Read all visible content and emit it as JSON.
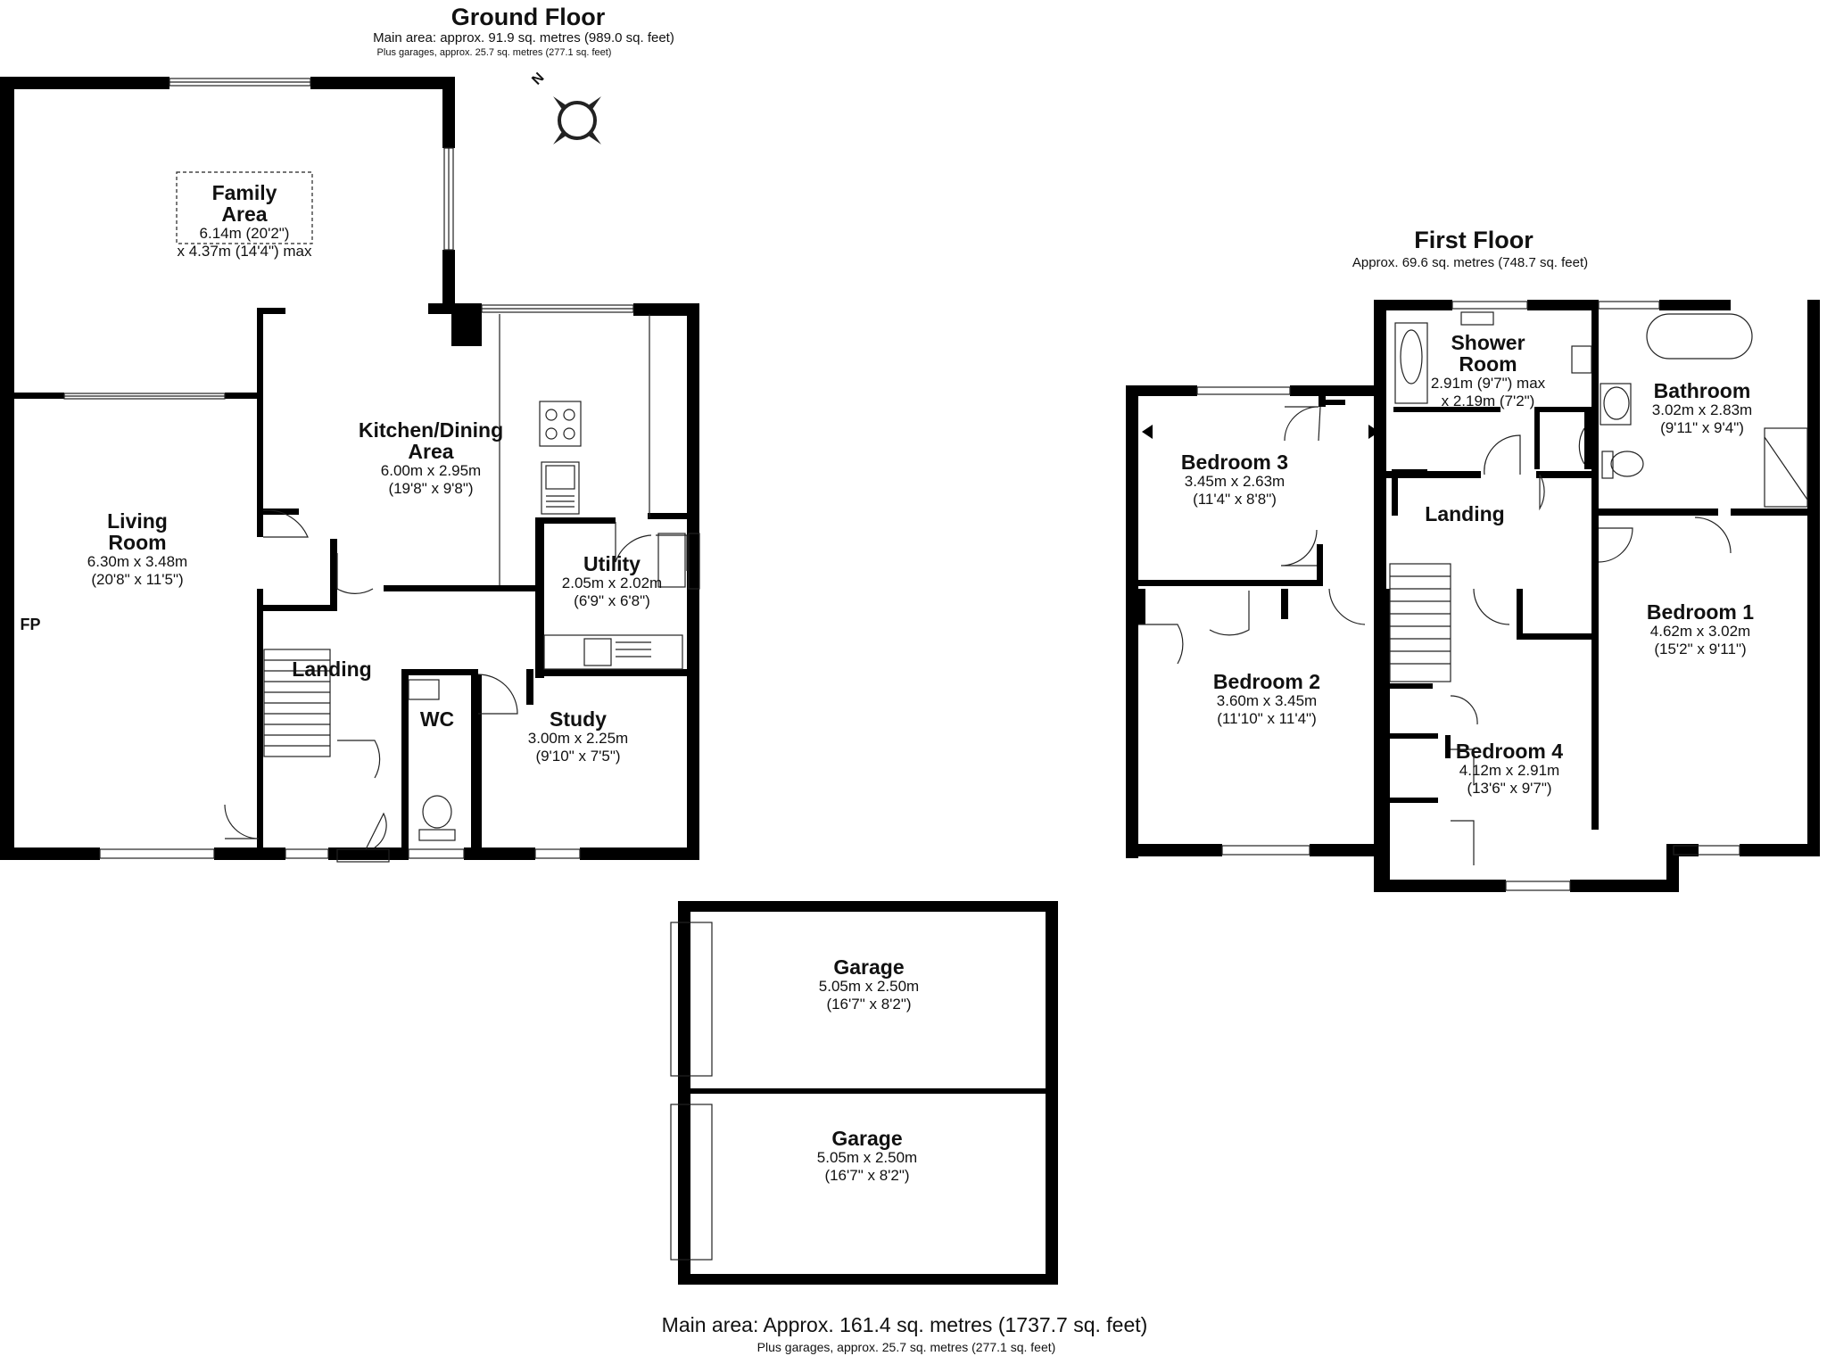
{
  "ground_floor": {
    "title": "Ground Floor",
    "subtitle": "Main area: approx. 91.9 sq. metres (989.0 sq. feet)",
    "note": "Plus garages, approx. 25.7 sq. metres (277.1 sq. feet)",
    "compass_label": "N",
    "fireplace_label": "FP",
    "rooms": {
      "family_area": {
        "name_line1": "Family",
        "name_line2": "Area",
        "dim1": "6.14m (20'2\")",
        "dim2": "x 4.37m (14'4\") max"
      },
      "kitchen_dining": {
        "name_line1": "Kitchen/Dining",
        "name_line2": "Area",
        "dim1": "6.00m x 2.95m",
        "dim2": "(19'8\" x 9'8\")"
      },
      "living_room": {
        "name_line1": "Living",
        "name_line2": "Room",
        "dim1": "6.30m x 3.48m",
        "dim2": "(20'8\" x 11'5\")"
      },
      "utility": {
        "name": "Utility",
        "dim1": "2.05m x 2.02m",
        "dim2": "(6'9\" x 6'8\")"
      },
      "landing": {
        "name": "Landing"
      },
      "wc": {
        "name": "WC"
      },
      "study": {
        "name": "Study",
        "dim1": "3.00m x 2.25m",
        "dim2": "(9'10\" x 7'5\")"
      }
    }
  },
  "first_floor": {
    "title": "First Floor",
    "subtitle": "Approx. 69.6 sq. metres (748.7 sq. feet)",
    "rooms": {
      "shower_room": {
        "name_line1": "Shower",
        "name_line2": "Room",
        "dim1": "2.91m (9'7\") max",
        "dim2": "x 2.19m (7'2\")"
      },
      "bathroom": {
        "name": "Bathroom",
        "dim1": "3.02m x 2.83m",
        "dim2": "(9'11\" x 9'4\")"
      },
      "bedroom_3": {
        "name": "Bedroom 3",
        "dim1": "3.45m x 2.63m",
        "dim2": "(11'4\" x 8'8\")"
      },
      "landing": {
        "name": "Landing"
      },
      "bedroom_1": {
        "name": "Bedroom 1",
        "dim1": "4.62m x 3.02m",
        "dim2": "(15'2\" x 9'11\")"
      },
      "bedroom_2": {
        "name": "Bedroom 2",
        "dim1": "3.60m x 3.45m",
        "dim2": "(11'10\" x 11'4\")"
      },
      "bedroom_4": {
        "name": "Bedroom 4",
        "dim1": "4.12m x 2.91m",
        "dim2": "(13'6\" x 9'7\")"
      }
    }
  },
  "garages": [
    {
      "name": "Garage",
      "dim1": "5.05m x 2.50m",
      "dim2": "(16'7\" x 8'2\")"
    },
    {
      "name": "Garage",
      "dim1": "5.05m x 2.50m",
      "dim2": "(16'7\" x 8'2\")"
    }
  ],
  "footer": {
    "total": "Main area: Approx. 161.4 sq. metres (1737.7 sq. feet)",
    "note": "Plus garages, approx. 25.7 sq. metres (277.1 sq. feet)"
  }
}
